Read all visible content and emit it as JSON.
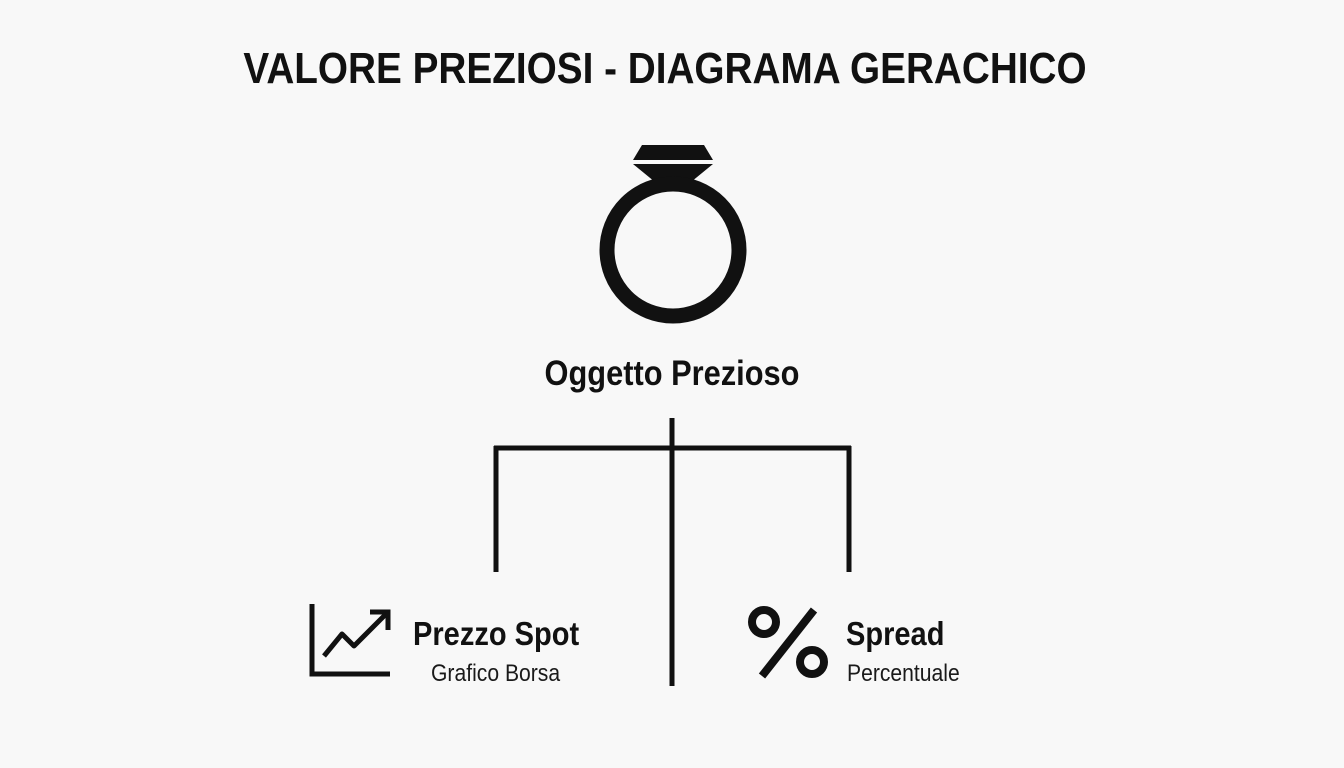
{
  "title": "VALORE PREZIOSI - DIAGRAMA GERACHICO",
  "root": {
    "label": "Oggetto Prezioso",
    "icon": "diamond-ring-icon"
  },
  "children": [
    {
      "title": "Prezzo Spot",
      "subtitle": "Grafico Borsa",
      "icon": "trend-chart-icon"
    },
    {
      "title": "Spread",
      "subtitle": "Percentuale",
      "icon": "percent-icon"
    }
  ],
  "colors": {
    "background": "#f8f8f8",
    "ink": "#111111"
  }
}
